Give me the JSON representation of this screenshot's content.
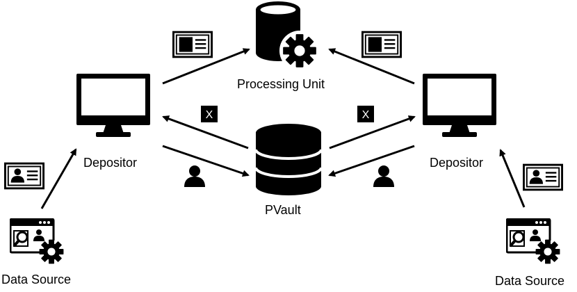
{
  "diagram": {
    "nodes": {
      "processing_unit": {
        "label": "Processing Unit",
        "icon": "database-gear-icon"
      },
      "pvault": {
        "label": "PVault",
        "icon": "database-icon"
      },
      "depositor_left": {
        "label": "Depositor",
        "icon": "monitor-icon"
      },
      "depositor_right": {
        "label": "Depositor",
        "icon": "monitor-icon"
      },
      "data_source_left": {
        "label": "Data Source",
        "icon": "browser-gear-icon"
      },
      "data_source_right": {
        "label": "Data Source",
        "icon": "browser-gear-icon"
      }
    },
    "edge_marks": {
      "x_badge": "X"
    },
    "edges": [
      {
        "from": "data_source_left",
        "to": "depositor_left",
        "payload": "id-card-icon"
      },
      {
        "from": "data_source_right",
        "to": "depositor_right",
        "payload": "id-card-icon"
      },
      {
        "from": "depositor_left",
        "to": "processing_unit",
        "payload": "x-card-icon"
      },
      {
        "from": "depositor_right",
        "to": "processing_unit",
        "payload": "x-card-icon"
      },
      {
        "from": "pvault",
        "to": "depositor_left",
        "payload": "x-badge-icon"
      },
      {
        "from": "pvault",
        "to": "depositor_right",
        "payload": "x-badge-icon"
      },
      {
        "from": "depositor_left",
        "to": "pvault",
        "payload": "person-icon"
      },
      {
        "from": "depositor_right",
        "to": "pvault",
        "payload": "person-icon"
      }
    ],
    "colors": {
      "ink": "#000000",
      "paper": "#ffffff"
    }
  }
}
